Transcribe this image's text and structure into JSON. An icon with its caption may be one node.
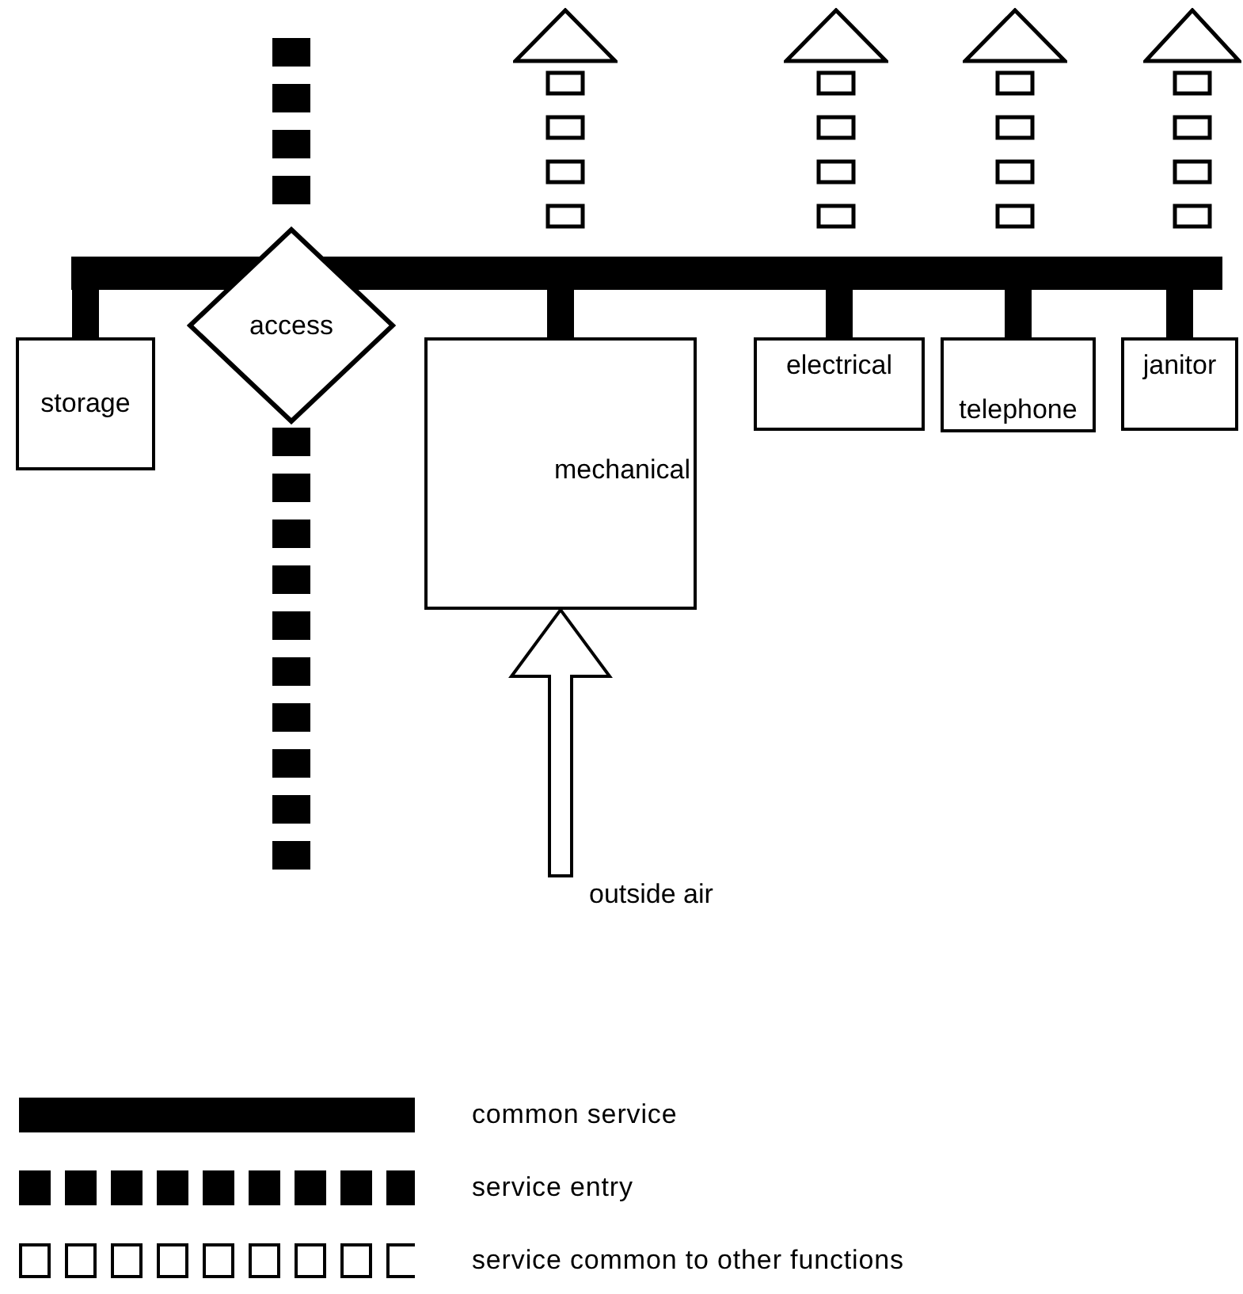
{
  "diagram": {
    "nodes": [
      {
        "text": [
          "storage"
        ]
      },
      {
        "text": [
          "access"
        ]
      },
      {
        "text": [
          "mechanical"
        ]
      },
      {
        "text": [
          "electrical"
        ]
      },
      {
        "text": [
          "telephone"
        ]
      },
      {
        "text": [
          "janitor"
        ]
      },
      {
        "text": [],
        "shape": "bar"
      },
      {
        "text": [],
        "shape": "triangle"
      },
      {
        "text": [],
        "shape": "triangle"
      },
      {
        "text": [],
        "shape": "triangle"
      },
      {
        "text": [],
        "shape": "triangle"
      },
      {
        "text": [
          "outside air"
        ]
      }
    ],
    "edges": [
      {
        "from": 6,
        "to": 0,
        "arrow": "none",
        "style": "thick"
      },
      {
        "from": 6,
        "to": 2,
        "arrow": "none",
        "style": "thick"
      },
      {
        "from": 6,
        "to": 3,
        "arrow": "none",
        "style": "thick"
      },
      {
        "from": 6,
        "to": 4,
        "arrow": "none",
        "style": "thick"
      },
      {
        "from": 6,
        "to": 5,
        "arrow": "none",
        "style": "thick"
      },
      {
        "from": null,
        "to": 1,
        "arrow": "none",
        "style": "dashed"
      },
      {
        "from": 1,
        "to": null,
        "arrow": "none",
        "style": "dashed"
      },
      {
        "from": 6,
        "to": 7,
        "arrow": "none"
      },
      {
        "from": 6,
        "to": 8,
        "arrow": "none"
      },
      {
        "from": 6,
        "to": 9,
        "arrow": "none"
      },
      {
        "from": 6,
        "to": 10,
        "arrow": "none"
      },
      {
        "from": 11,
        "to": 2,
        "arrow": "to"
      }
    ],
    "legend": [
      {
        "text": "common service"
      },
      {
        "text": "service entry"
      },
      {
        "text": "service common to other functions"
      }
    ]
  }
}
